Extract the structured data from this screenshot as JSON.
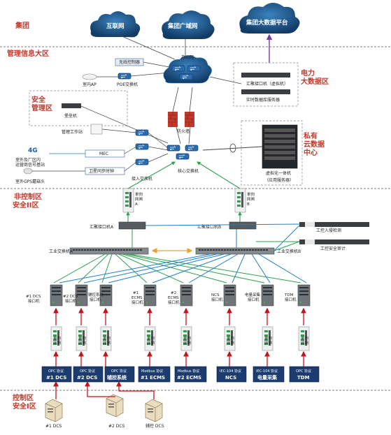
{
  "zones": {
    "group": "集团",
    "mgmt": "管理信息大区",
    "safety_mgmt": [
      "安全",
      "管理区"
    ],
    "power_bigdata": [
      "电力",
      "大数据区"
    ],
    "private_cloud": [
      "私有",
      "云数据",
      "中心"
    ],
    "noncontrol": [
      "非控制区",
      "安全II区"
    ],
    "control": [
      "控制区",
      "安全I区"
    ]
  },
  "clouds": {
    "internet": "互联网",
    "group_wan": "集团广域网",
    "group_bigdata": "集团大数据平台",
    "office_net": "办公网"
  },
  "mgmt_nodes": {
    "wireless_ctrl": "无线控制器",
    "indoor_ap": "室内AP",
    "poe_switch": "POE交换机",
    "bastion": "堡垒机",
    "mgmt_ws": "管理工作站",
    "mec": "MEC",
    "sat_time": "卫星同步时钟",
    "outdoor_5g": [
      "室外及厂区内",
      "运营商信号基站"
    ],
    "outdoor_gps": "室外GPS蘑菇头",
    "access_switch": "接入交换机",
    "core_switch": "核心交换机",
    "firewall": "防火墙",
    "agg_bigdata": "汇聚接口机（虚拟机）",
    "realtime_db": "实时数据库服务器",
    "vm_server": [
      "虚拟化一体机",
      "（应用服务器）"
    ],
    "fiveg": "4G"
  },
  "noncontrol_nodes": {
    "oneway_a": [
      "单向",
      "网闸",
      "A"
    ],
    "oneway_b": [
      "单向",
      "网闸",
      "B"
    ],
    "agg_a": "汇聚接口机A",
    "agg_b": "汇聚接口机B",
    "ind_switch_a": "工业交换机A",
    "ind_switch_b": "工业交换机B",
    "intrusion": "工控入侵检测",
    "audit": "工控安全审计"
  },
  "interfaces": [
    {
      "name": [
        "#1 DCS",
        "接口机"
      ]
    },
    {
      "name": [
        "#2 DCS",
        "接口机"
      ]
    },
    {
      "name": [
        "辅控系统",
        "接口机"
      ]
    },
    {
      "name": [
        "#1",
        "ECMS",
        "接口机"
      ]
    },
    {
      "name": [
        "#2",
        "ECMS",
        "接口机"
      ]
    },
    {
      "name": [
        "NCS",
        "接口机"
      ]
    },
    {
      "name": [
        "电量采集",
        "接口机"
      ]
    },
    {
      "name": [
        "TDM",
        "接口机"
      ]
    }
  ],
  "gate_label": [
    "单向",
    "网闸"
  ],
  "protocol_boxes": [
    {
      "proto": "OPC 协议",
      "name": "#1 DCS"
    },
    {
      "proto": "OPC 协议",
      "name": "#2 DCS"
    },
    {
      "proto": "OPC 协议",
      "name": "辅控系统"
    },
    {
      "proto": "Modbus 协议",
      "name": "#1 ECMS"
    },
    {
      "proto": "Modbus 协议",
      "name": "#2 ECMS"
    },
    {
      "proto": "IEC-104 协议",
      "name": "NCS"
    },
    {
      "proto": "IEC-104 协议",
      "name": "电量采集"
    },
    {
      "proto": "OPC 协议",
      "name": "TDM"
    }
  ],
  "control_servers": {
    "dcs1": "#1 DCS",
    "dcs2": "#2 DCS",
    "aux": "辅控 DCS"
  },
  "colors": {
    "zone_red": "#c0392b",
    "cloud_blue": "#1f5a8a",
    "line_green": "#2aa14b",
    "line_blue": "#1e7fd0",
    "line_red": "#c0151b",
    "line_purple": "#7a3ba0",
    "line_orange": "#f0a020",
    "box_navy": "#1c3b6e"
  }
}
